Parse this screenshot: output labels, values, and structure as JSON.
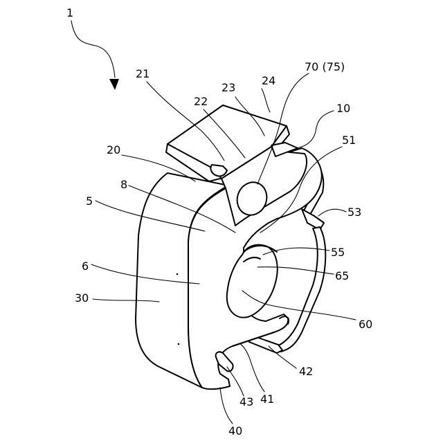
{
  "figure": {
    "assembly_ref": "1",
    "labels": [
      {
        "id": "lbl-70",
        "text": "70 (75)"
      },
      {
        "id": "lbl-24",
        "text": "24"
      },
      {
        "id": "lbl-23",
        "text": "23"
      },
      {
        "id": "lbl-21",
        "text": "21"
      },
      {
        "id": "lbl-22",
        "text": "22"
      },
      {
        "id": "lbl-10",
        "text": "10"
      },
      {
        "id": "lbl-51",
        "text": "51"
      },
      {
        "id": "lbl-20",
        "text": "20"
      },
      {
        "id": "lbl-8",
        "text": "8"
      },
      {
        "id": "lbl-5",
        "text": "5"
      },
      {
        "id": "lbl-53",
        "text": "53"
      },
      {
        "id": "lbl-55",
        "text": "55"
      },
      {
        "id": "lbl-6",
        "text": "6"
      },
      {
        "id": "lbl-65",
        "text": "65"
      },
      {
        "id": "lbl-30",
        "text": "30"
      },
      {
        "id": "lbl-60",
        "text": "60"
      },
      {
        "id": "lbl-42",
        "text": "42"
      },
      {
        "id": "lbl-41",
        "text": "41"
      },
      {
        "id": "lbl-43",
        "text": "43"
      },
      {
        "id": "lbl-40",
        "text": "40"
      }
    ]
  }
}
